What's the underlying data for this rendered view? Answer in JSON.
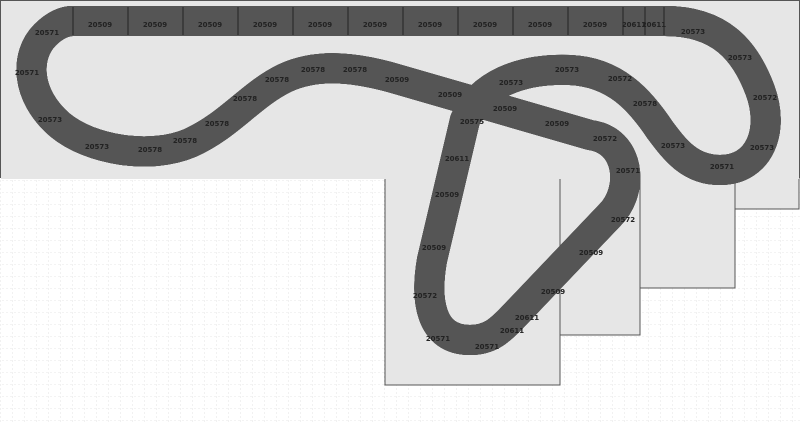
{
  "colors": {
    "board": "#e6e6e6",
    "board_border": "#555555",
    "grid": "#cccccc",
    "track_line": "#000000"
  },
  "top_straight": [
    "20509",
    "20509",
    "20509",
    "20509",
    "20509",
    "20509",
    "20509",
    "20509",
    "20509",
    "20509",
    "20611",
    "20611"
  ],
  "pieces": [
    "20573",
    "20573",
    "20572",
    "20573",
    "20571",
    "20573",
    "20578",
    "20572",
    "20573",
    "20573",
    "20509",
    "20575",
    "20611",
    "20509",
    "20509",
    "20572",
    "20571",
    "20571",
    "20611",
    "20611",
    "20509",
    "20509",
    "20572",
    "20571",
    "20572",
    "20509",
    "20509",
    "20509",
    "20578",
    "20578",
    "20578",
    "20578",
    "20578",
    "20578",
    "20578",
    "20573",
    "20573",
    "20571",
    "20571"
  ]
}
